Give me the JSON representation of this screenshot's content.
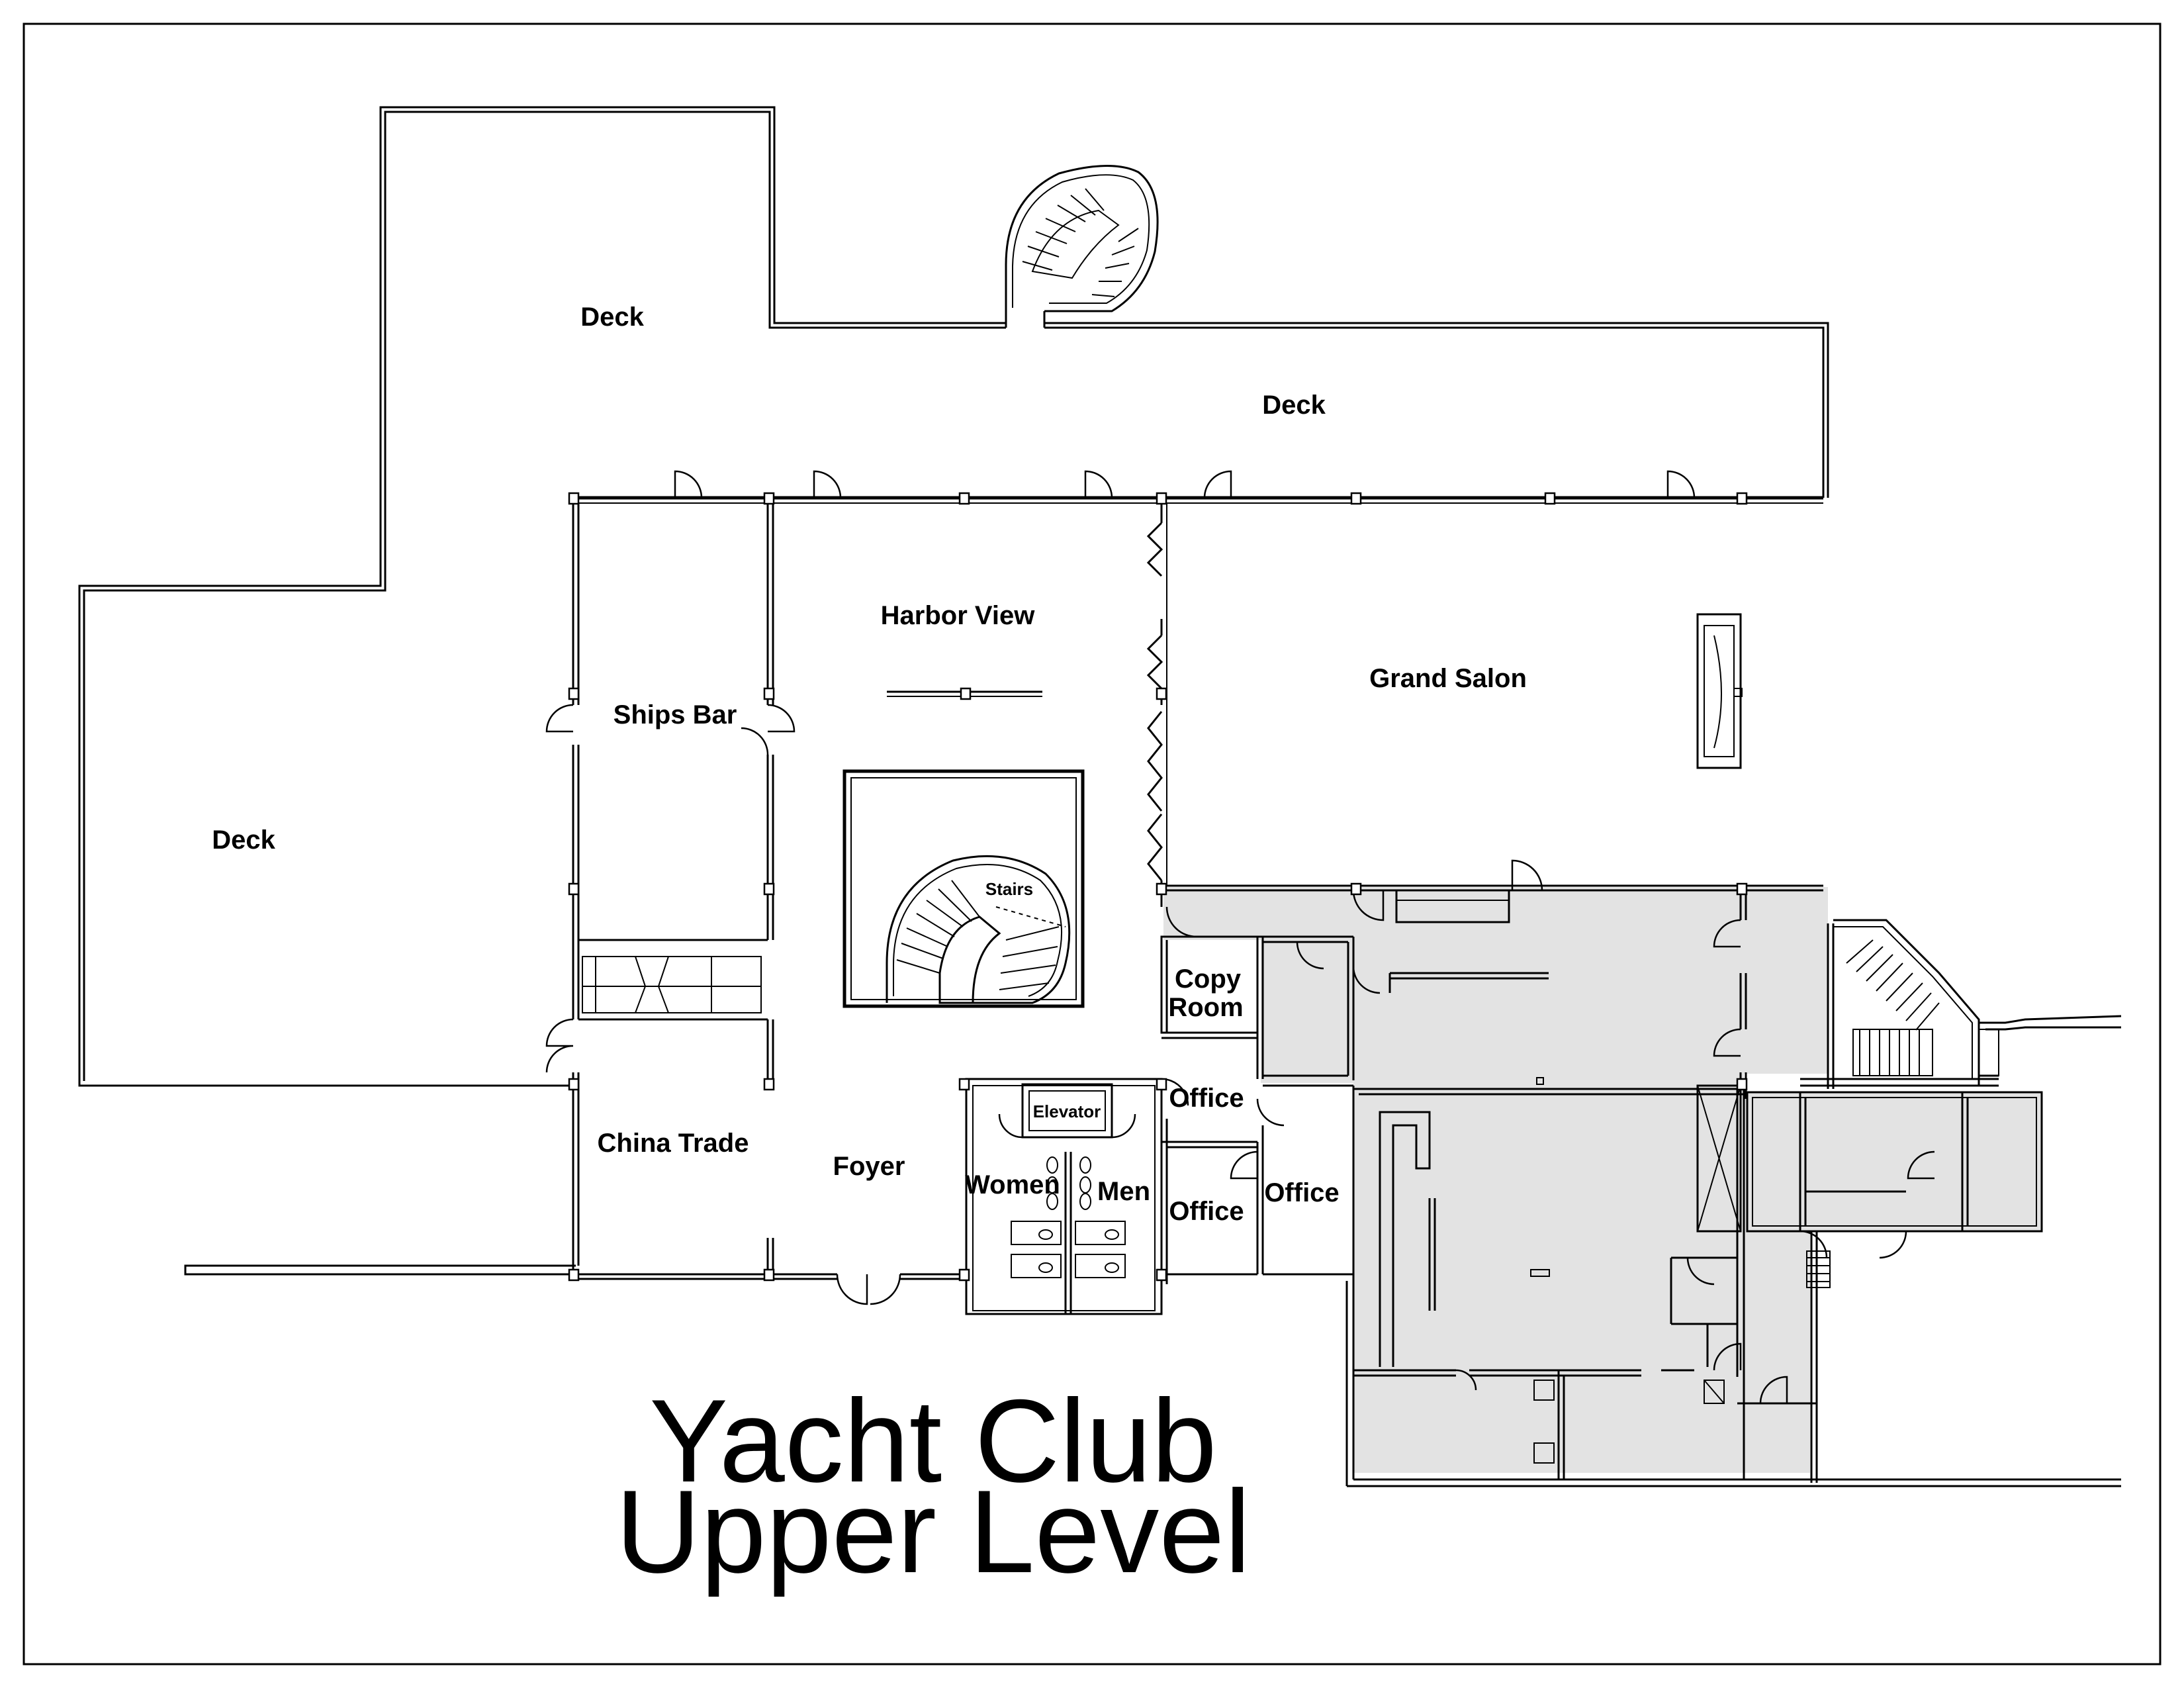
{
  "title": {
    "line1": "Yacht Club",
    "line2": "Upper Level"
  },
  "rooms": {
    "deck_top_left": "Deck",
    "deck_top_right": "Deck",
    "deck_left": "Deck",
    "harbor_view": "Harbor View",
    "grand_salon": "Grand Salon",
    "ships_bar": "Ships Bar",
    "stairs": "Stairs",
    "china_trade": "China Trade",
    "foyer": "Foyer",
    "copy_room_line1": "Copy",
    "copy_room_line2": "Room",
    "office_1": "Office",
    "office_2": "Office",
    "office_3": "Office",
    "elevator": "Elevator",
    "women": "Women",
    "men": "Men"
  },
  "colors": {
    "background": "#ffffff",
    "line": "#000000",
    "shaded_area": "#e3e3e3"
  }
}
